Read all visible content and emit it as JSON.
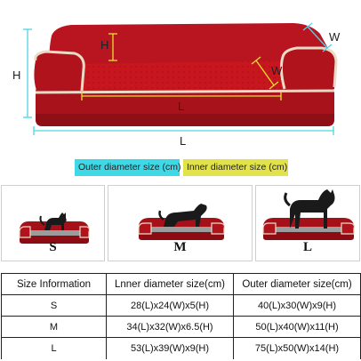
{
  "dimensions": {
    "height_label": "H",
    "inner_height_label": "H",
    "width_label": "W",
    "inner_width_label": "W",
    "inner_length_label": "L",
    "outer_length_label": "L"
  },
  "legend": {
    "outer": "Outer diameter size (cm)",
    "inner": "Inner diameter size (cm)"
  },
  "sizes": [
    {
      "letter": "S"
    },
    {
      "letter": "M"
    },
    {
      "letter": "L"
    }
  ],
  "table": {
    "headers": [
      "Size Information",
      "Lnner diameter size(cm)",
      "Outer diameter size(cm)"
    ],
    "rows": [
      [
        "S",
        "28(L)x24(W)x5(H)",
        "40(L)x30(W)x9(H)"
      ],
      [
        "M",
        "34(L)x32(W)x6.5(H)",
        "50(L)x40(W)x11(H)"
      ],
      [
        "L",
        "53(L)x39(W)x9(H)",
        "75(L)x50(W)x14(H)"
      ]
    ]
  },
  "colors": {
    "bed_red": "#b5131c",
    "piping": "#e9dcc6",
    "outer_dim_line": "#4fd4e8",
    "inner_dim_line": "#e8e030",
    "legend_outer_bg": "#3fd8e6",
    "legend_inner_bg": "#e2e24a"
  }
}
